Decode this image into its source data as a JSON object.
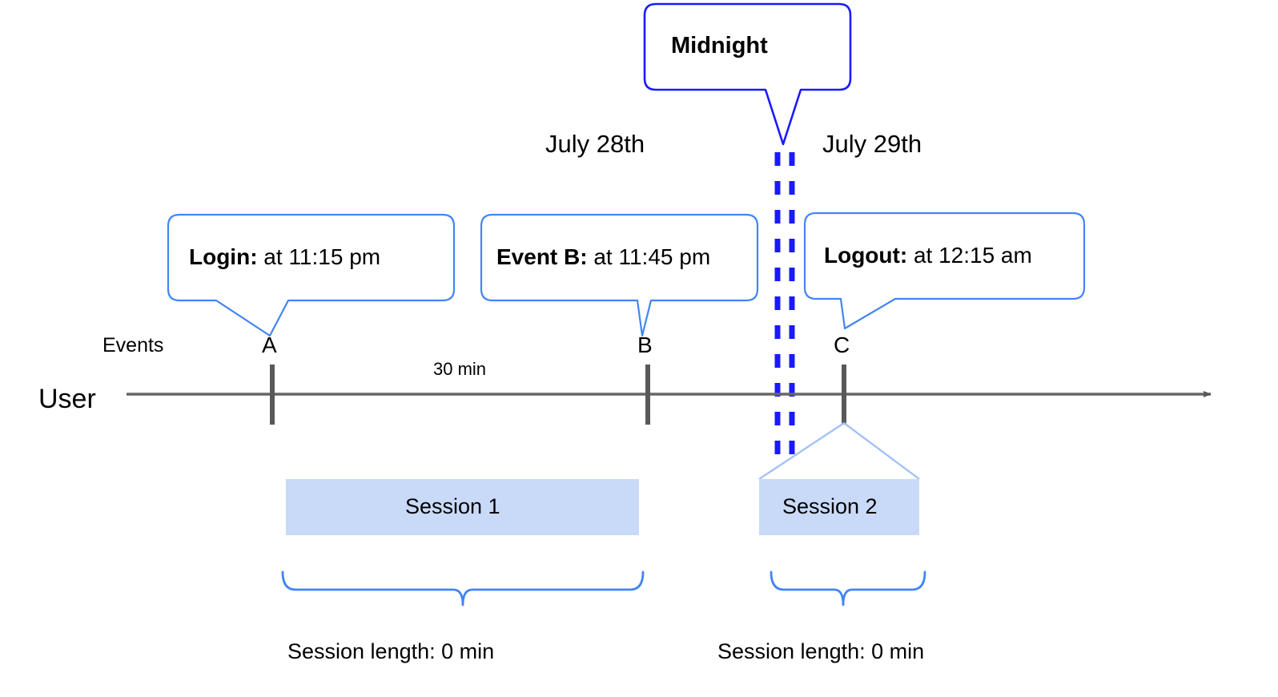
{
  "diagram": {
    "title_callout": {
      "label": "Midnight"
    },
    "day_labels": {
      "left": "July 28th",
      "right": "July 29th"
    },
    "lane_labels": {
      "user": "User",
      "events": "Events"
    },
    "event_callouts": [
      {
        "name": "login",
        "bold": "Login:",
        "rest": " at 11:15 pm"
      },
      {
        "name": "event-b",
        "bold": "Event B:",
        "rest": " at 11:45 pm"
      },
      {
        "name": "logout",
        "bold": "Logout:",
        "rest": " at 12:15 am"
      }
    ],
    "event_markers": [
      {
        "id": "A",
        "label": "A"
      },
      {
        "id": "B",
        "label": "B"
      },
      {
        "id": "C",
        "label": "C"
      }
    ],
    "gap_label": "30 min",
    "sessions": [
      {
        "name": "session-1",
        "label": "Session 1",
        "length_label": "Session length: 0 min"
      },
      {
        "name": "session-2",
        "label": "Session 2",
        "length_label": "Session length: 0 min"
      }
    ],
    "colors": {
      "midnight_border": "#1a1aff",
      "callout_border": "#4285f4",
      "dashed_line": "#1a1aff",
      "axis": "#666666",
      "tick": "#595959",
      "session_fill": "#c9daf8",
      "session_edge": "#a4c2f4",
      "brace": "#4285f4",
      "text": "#000000"
    }
  }
}
